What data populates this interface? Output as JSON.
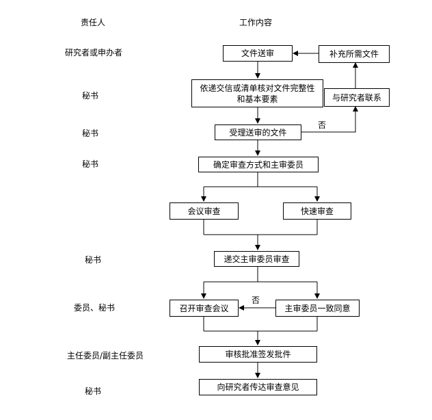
{
  "headers": {
    "responsible": "责任人",
    "work": "工作内容"
  },
  "roles": {
    "applicant": "研究者或申办者",
    "secretary_1": "秘书",
    "secretary_2": "秘书",
    "secretary_3": "秘书",
    "secretary_4": "秘书",
    "committee_secretary": "委员、秘书",
    "chair": "主任委员/副主任委员",
    "secretary_5": "秘书"
  },
  "steps": {
    "submit_documents": "文件送审",
    "supplement_documents": "补充所需文件",
    "check_documents": "依递交信或清单核对文件完整性和基本要素",
    "contact_researcher": "与研究者联系",
    "accept_documents": "受理送审的文件",
    "determine_review": "确定审查方式和主审委员",
    "meeting_review": "会议审查",
    "fast_review": "快速审查",
    "submit_primary_review": "递交主审委员审查",
    "convene_meeting": "召开审查会议",
    "primary_agree": "主审委员一致同意",
    "approve_sign": "审核批准签发批件",
    "convey_opinion": "向研究者传达审查意见"
  },
  "labels": {
    "no_1": "否",
    "no_2": "否"
  }
}
